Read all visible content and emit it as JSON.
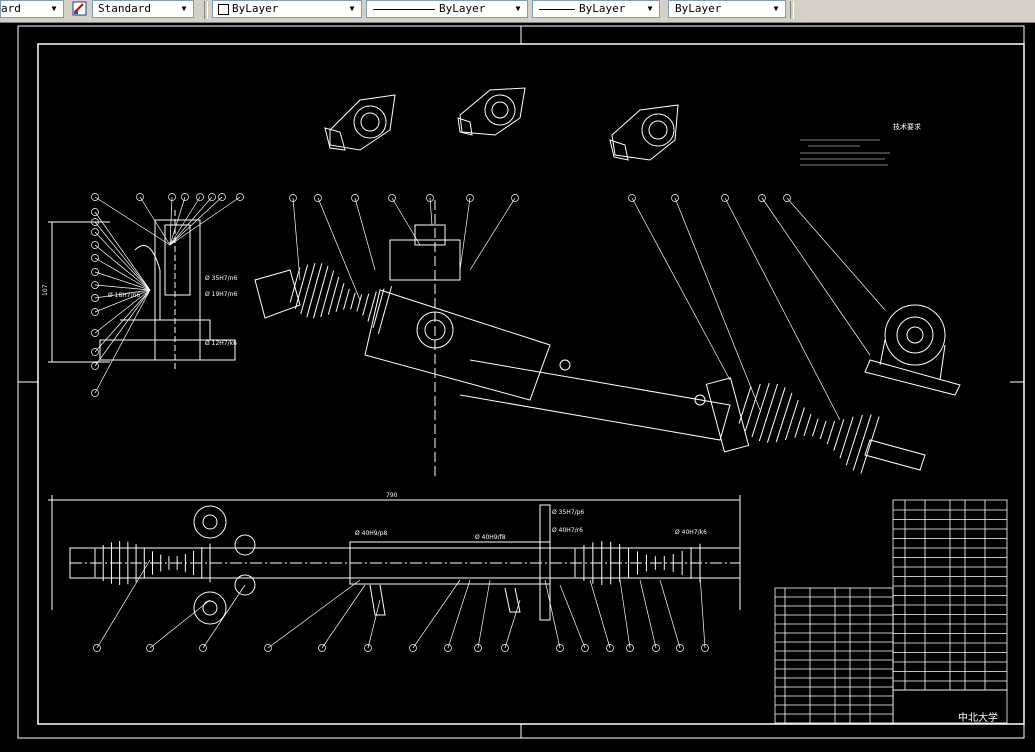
{
  "toolbar": {
    "text_style_partial": "ard",
    "dim_style": "Standard",
    "layer_color": "ByLayer",
    "linetype": "ByLayer",
    "lineweight": "ByLayer",
    "plot_style": "ByLayer"
  },
  "drawing": {
    "dimension_vertical": "107",
    "dimension_top": "790",
    "fit_1": "Ø 35H7/n6",
    "fit_2": "Ø 19H7/n6",
    "fit_3": "Ø 18H7/n6",
    "fit_4": "Ø 12H7/k6",
    "fit_5": "Ø 40H9/p8",
    "fit_6": "Ø 40H9/f8",
    "fit_7": "Ø 35H7/p6",
    "fit_8": "Ø 40H7/r6",
    "fit_9": "Ø 40H7/k6",
    "title_block_school": "中北大学",
    "tech_req_title": "技术要求"
  },
  "colors": {
    "canvas": "#000000",
    "lines": "#ffffff",
    "toolbar": "#d4d0c8"
  }
}
